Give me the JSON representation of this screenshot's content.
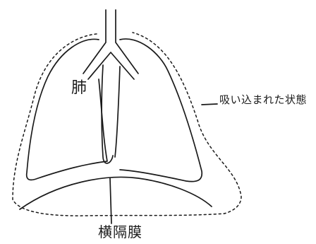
{
  "diagram": {
    "labels": {
      "lung": "肺",
      "inhaled_state": "吸い込まれた状態",
      "diaphragm": "横隔膜"
    },
    "colors": {
      "ink": "#1a1a1a",
      "paper": "#ffffff"
    },
    "elements": [
      "trachea",
      "bronchi",
      "left-lung",
      "right-lung",
      "inhaled-outline",
      "diaphragm"
    ]
  }
}
